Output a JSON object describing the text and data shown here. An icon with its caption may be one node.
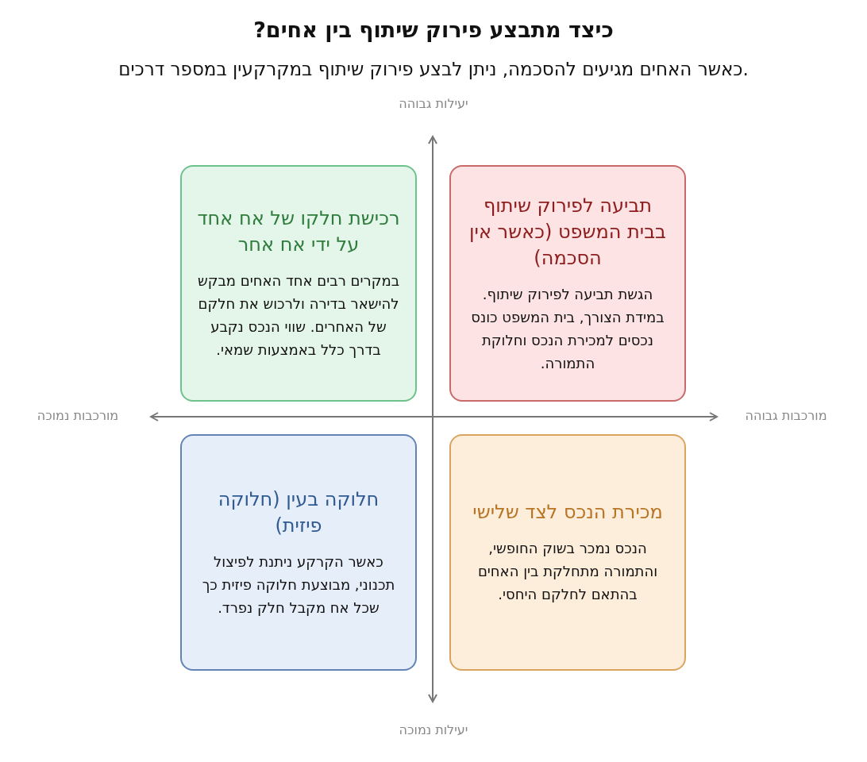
{
  "diagram": {
    "title": "כיצד מתבצע פירוק שיתוף בין אחים?",
    "nodes": [
      {
        "text": [
          "תביעה לפירוק שיתוף בבית המשפט (כאשר אין הסכמה)",
          "הגשת תביעה לפירוק שיתוף. במידת הצורך, בית המשפט כונס נכסים למכירת הנכס וחלוקת התמורה."
        ]
      },
      {
        "text": [
          "רכישת חלקו של אח אחד על ידי אח אחר",
          "במקרים רבים אחד האחים מבקש להישאר בדירה ולרכוש את חלקם של האחרים. שווי הנכס נקבע בדרך כלל באמצעות שמאי."
        ]
      },
      {
        "text": [
          "מכירת הנכס לצד שלישי",
          "הנכס נמכר בשוק החופשי, והתמורה מתחלקת בין האחים בהתאם לחלקם היחסי."
        ]
      },
      {
        "text": [
          "חלוקה בעין (חלוקה פיזית)",
          "כאשר הקרקע ניתנת לפיצול תכנוני, מבוצעת חלוקה פיזית כך שכל אח מקבל חלק נפרד."
        ]
      }
    ],
    "labels": [
      "כאשר האחים מגיעים להסכמה, ניתן לבצע פירוק שיתוף במקרקעין במספר דרכים.",
      "יעילות גבוהה",
      "מורכבות גבוהה",
      "מורכבות נמוכה",
      "יעילות נמוכה"
    ]
  }
}
